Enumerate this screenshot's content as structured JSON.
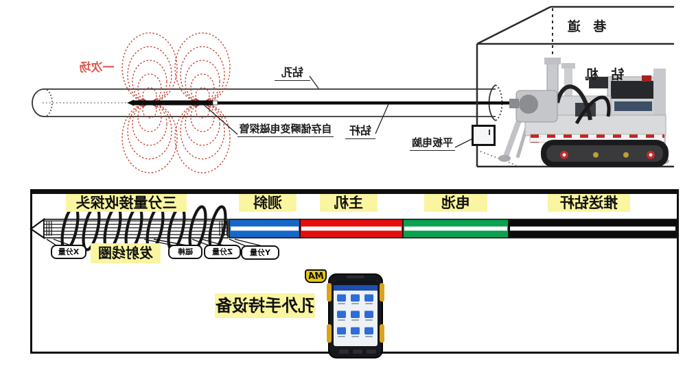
{
  "top": {
    "primary_field_label": "一次场",
    "borehole_label": "钻孔",
    "probe_label": "自存储瞬变电磁探管",
    "drill_rod_label": "钻杆",
    "tunnel_label": "巷 道",
    "drill_rig_label": "钻 机",
    "tablet_label": "平板电脑",
    "colors": {
      "field_loop": "#c43a28",
      "primary_field_text": "#d95b4f"
    }
  },
  "bottom": {
    "segment_labels": {
      "receiver": "三分量接收探头",
      "inclinometer": "测斜",
      "main_unit": "主机",
      "battery": "电池",
      "push_rod": "推送钻杆"
    },
    "segment_colors": {
      "inclinometer": "#1668c8",
      "main_unit": "#e60d0d",
      "battery": "#0aa150",
      "push_rod": "#0b0b0b",
      "label_bg": "#faf5a0"
    },
    "callouts": {
      "x_component": "X分量",
      "transmit_coil": "发射线圈",
      "magnet_rod": "磁棒",
      "z_component": "Z分量",
      "y_component": "Y分量"
    },
    "handheld": {
      "label": "孔外手持设备",
      "badge": "MA"
    }
  }
}
